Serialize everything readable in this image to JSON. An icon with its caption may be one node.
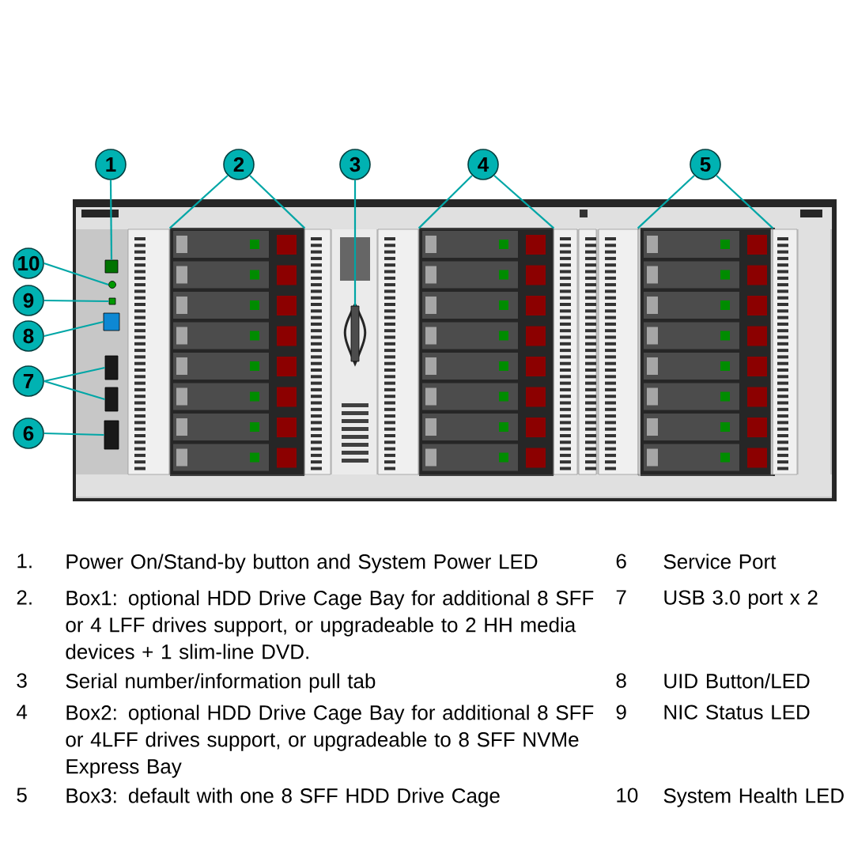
{
  "diagram": {
    "nodes": [
      {
        "text": [
          "1"
        ]
      },
      {
        "text": [
          "2"
        ]
      },
      {
        "text": [
          "3"
        ]
      },
      {
        "text": [
          "4"
        ]
      },
      {
        "text": [
          "5"
        ]
      },
      {
        "text": [
          "10"
        ]
      },
      {
        "text": [
          "9"
        ]
      },
      {
        "text": [
          "8"
        ]
      },
      {
        "text": [
          "7"
        ]
      },
      {
        "text": [
          "6"
        ]
      },
      {
        "text": [],
        "shape": "box"
      },
      {
        "text": [],
        "shape": "box"
      },
      {
        "text": [],
        "shape": "box"
      },
      {
        "text": [],
        "shape": "box"
      },
      {
        "text": [],
        "shape": "box"
      },
      {
        "text": [],
        "shape": "circle"
      },
      {
        "text": [],
        "shape": "box"
      },
      {
        "text": [],
        "shape": "box"
      },
      {
        "text": [],
        "shape": "box"
      },
      {
        "text": [],
        "shape": "box"
      },
      {
        "text": [],
        "shape": "box"
      }
    ],
    "edges": [
      {
        "from": 0,
        "to": 10,
        "arrow": "none"
      },
      {
        "from": 1,
        "to": 11,
        "arrow": "none"
      },
      {
        "from": 1,
        "to": 11,
        "arrow": "none"
      },
      {
        "from": 2,
        "to": 12,
        "arrow": "none"
      },
      {
        "from": 3,
        "to": 13,
        "arrow": "none"
      },
      {
        "from": 3,
        "to": 13,
        "arrow": "none"
      },
      {
        "from": 4,
        "to": 14,
        "arrow": "none"
      },
      {
        "from": 4,
        "to": 14,
        "arrow": "none"
      },
      {
        "from": 5,
        "to": 15,
        "arrow": "none"
      },
      {
        "from": 6,
        "to": 16,
        "arrow": "none"
      },
      {
        "from": 7,
        "to": 17,
        "arrow": "none"
      },
      {
        "from": 8,
        "to": 18,
        "arrow": "none"
      },
      {
        "from": 8,
        "to": 19,
        "arrow": "none"
      },
      {
        "from": 9,
        "to": 20,
        "arrow": "none"
      }
    ],
    "labels": [
      "1.",
      "Power On/Stand-by button and System Power LED",
      "6",
      "Service Port",
      "2.",
      "Box1: optional HDD Drive Cage Bay for additional 8 SFF or 4 LFF drives support, or upgradeable to 2 HH media devices + 1 slim-line DVD.",
      "7",
      "USB 3.0 port x 2",
      "3",
      "Serial number/information pull tab",
      "8",
      "UID Button/LED",
      "4",
      "Box2: optional HDD Drive Cage Bay for additional 8 SFF or 4LFF drives support, or upgradeable to 8 SFF NVMe Express Bay",
      "9",
      "NIC Status LED",
      "5",
      "Box3: default with one 8 SFF HDD Drive Cage",
      "10",
      "System Health LED"
    ]
  }
}
